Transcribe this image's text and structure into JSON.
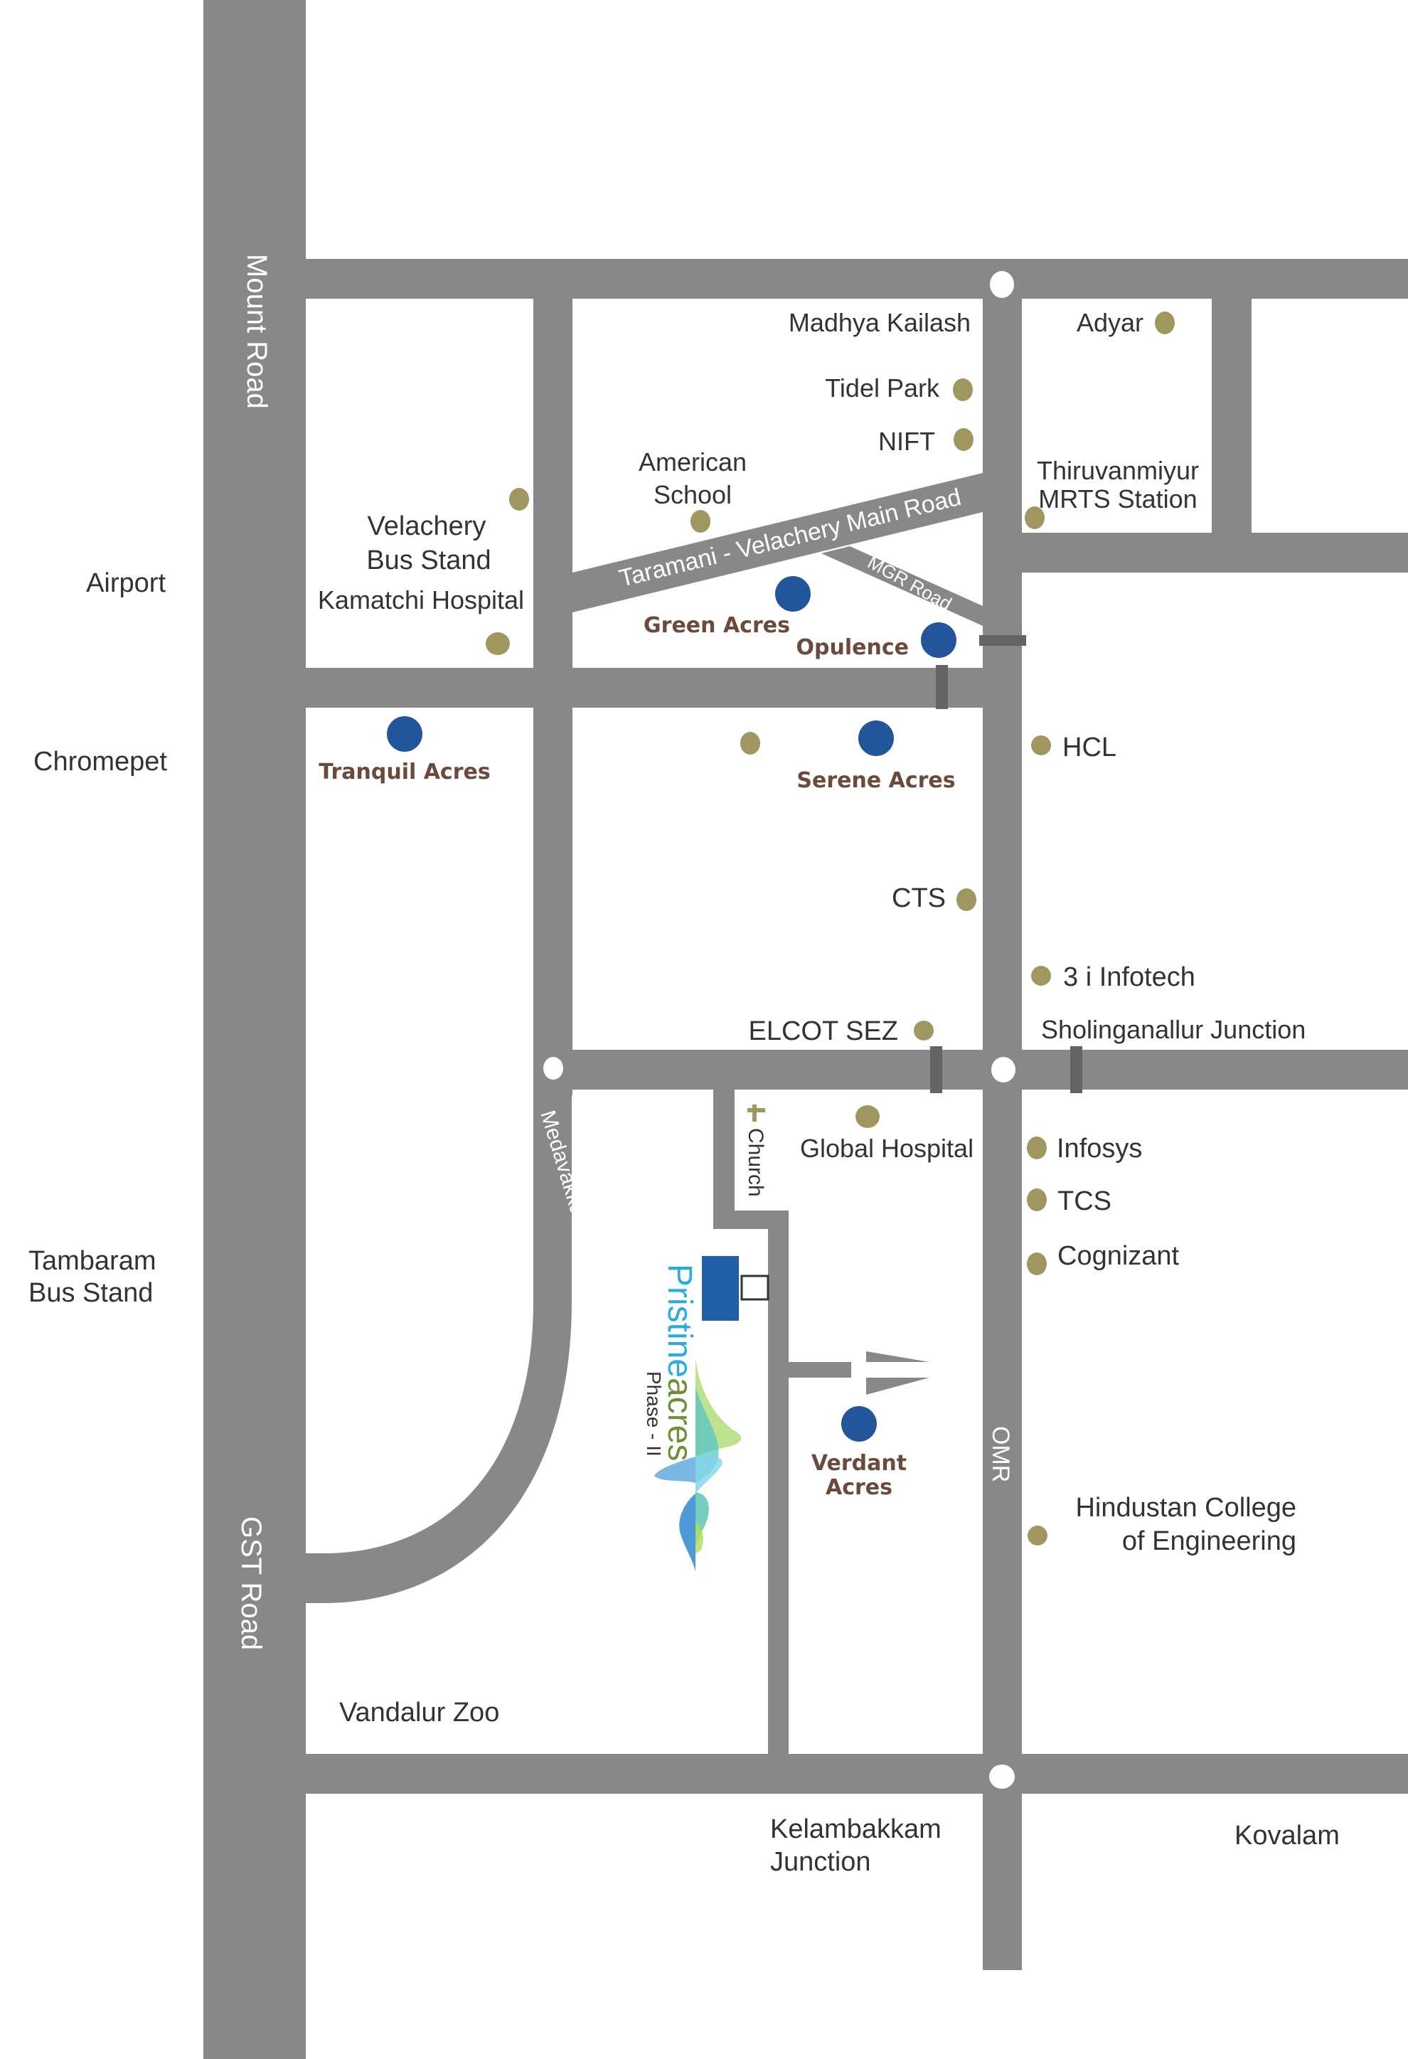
{
  "map": {
    "colors": {
      "road": "#87888a",
      "poi_marker": "#a09660",
      "project_marker": "#23559b",
      "project_label": "#6b4a3c",
      "brand_blue": "#29abe2",
      "brand_green": "#6f8f3a"
    },
    "roads": {
      "mount_road": "Mount Road",
      "gst_road": "GST Road",
      "taramani": "Taramani - Velachery Main Road",
      "mgr": "MGR Road",
      "medavakkam": "Medavakkam Junction",
      "omr": "OMR"
    },
    "outside_labels": {
      "airport": "Airport",
      "chromepet": "Chromepet",
      "tambaram_1": "Tambaram",
      "tambaram_2": "Bus Stand"
    },
    "places": {
      "madhya_kailash": "Madhya Kailash",
      "adyar": "Adyar",
      "tidel_park": "Tidel Park",
      "nift": "NIFT",
      "american_school_1": "American",
      "american_school_2": "School",
      "thiruvanmiyur_1": "Thiruvanmiyur",
      "thiruvanmiyur_2": "MRTS Station",
      "velachery_1": "Velachery",
      "velachery_2": "Bus Stand",
      "kamatchi": "Kamatchi Hospital",
      "hcl": "HCL",
      "cts": "CTS",
      "infotech": "3 i Infotech",
      "elcot": "ELCOT SEZ",
      "sholinganallur": "Sholinganallur Junction",
      "church": "Church",
      "global_hospital": "Global Hospital",
      "infosys": "Infosys",
      "tcs": "TCS",
      "cognizant": "Cognizant",
      "hindustan_1": "Hindustan College",
      "hindustan_2": "of Engineering",
      "vandalur": "Vandalur Zoo",
      "kelambakkam_1": "Kelambakkam",
      "kelambakkam_2": "Junction",
      "kovalam": "Kovalam"
    },
    "projects": {
      "green_acres": "Green Acres",
      "opulence": "Opulence",
      "tranquil_acres": "Tranquil Acres",
      "serene_acres": "Serene Acres",
      "verdant_1": "Verdant",
      "verdant_2": "Acres"
    },
    "brand": {
      "name_part1": "Pristine",
      "name_part2": "acres",
      "phase": "Phase - II"
    }
  }
}
